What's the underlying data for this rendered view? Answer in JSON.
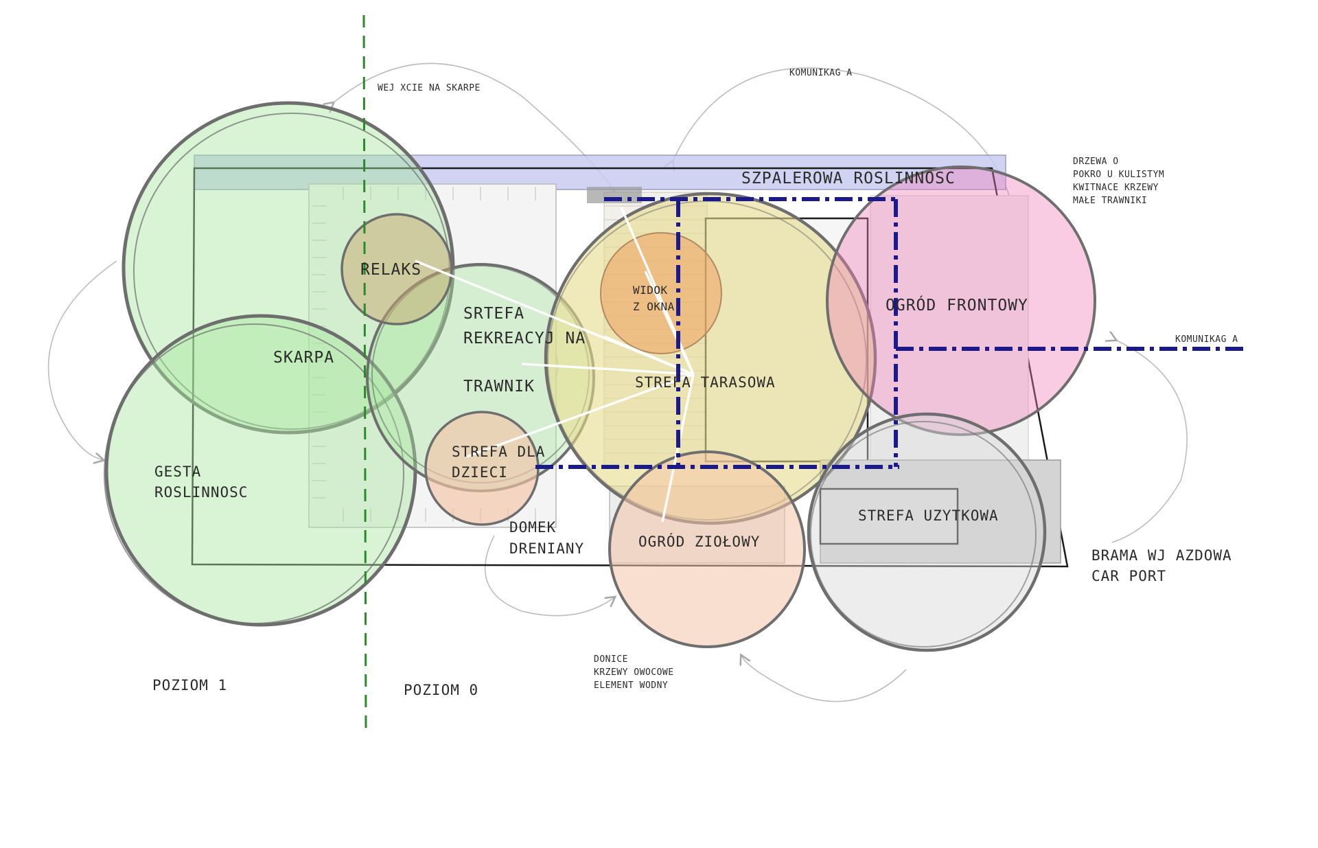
{
  "zones": {
    "szpalerowa": "SZPALEROWA ROSLINNOSC",
    "relaks": "RELAKS",
    "skarpa": "SKARPA",
    "rekreacja_1": "SRTEFA",
    "rekreacja_2": "REKREACYJ NA",
    "trawnik": "TRAWNIK",
    "widok_1": "WIDOK",
    "widok_2": "Z OKNA",
    "tarasowa": "STREFA TARASOWA",
    "frontowy": "OGRÓD FRONTOWY",
    "dzieci_1": "STREFA DLA",
    "dzieci_2": "DZIECI",
    "gesta_1": "GESTA",
    "gesta_2": "ROSLINNOSC",
    "domek_1": "DOMEK",
    "domek_2": "DRENIANY",
    "ziolowy": "OGRÓD ZIOŁOWY",
    "uzytkowa": "STREFA UZYTKOWA",
    "brama_1": "BRAMA WJ AZDOWA",
    "brama_2": "CAR PORT"
  },
  "notes": {
    "wejscie": "WEJ XCIE NA SKARPE",
    "komunikacja_top": "KOMUNIKAG A",
    "komunikacja_right": "KOMUNIKAG A",
    "drzewa_1": "DRZEWA O",
    "drzewa_2": "POKRO U KULISTYM",
    "drzewa_3": "KWITNACE KRZEWY",
    "drzewa_4": "MAŁE TRAWNIKI",
    "donice_1": "DONICE",
    "donice_2": "KRZEWY OWOCOWE",
    "donice_3": "ELEMENT WODNY"
  },
  "levels": {
    "poziom1": "POZIOM 1",
    "poziom0": "POZIOM 0"
  },
  "colors": {
    "green_zone": "#a8e6a0",
    "yellow_zone": "#e6dc8c",
    "orange_zone": "#f0a060",
    "pink_zone": "#f080b8",
    "peach_zone": "#f4c4a8",
    "grey_zone": "#d8d8d8",
    "communication_line": "#1a1a8c",
    "level_divider": "#2a8a2a",
    "hedge_band": "#c8ccf0"
  }
}
